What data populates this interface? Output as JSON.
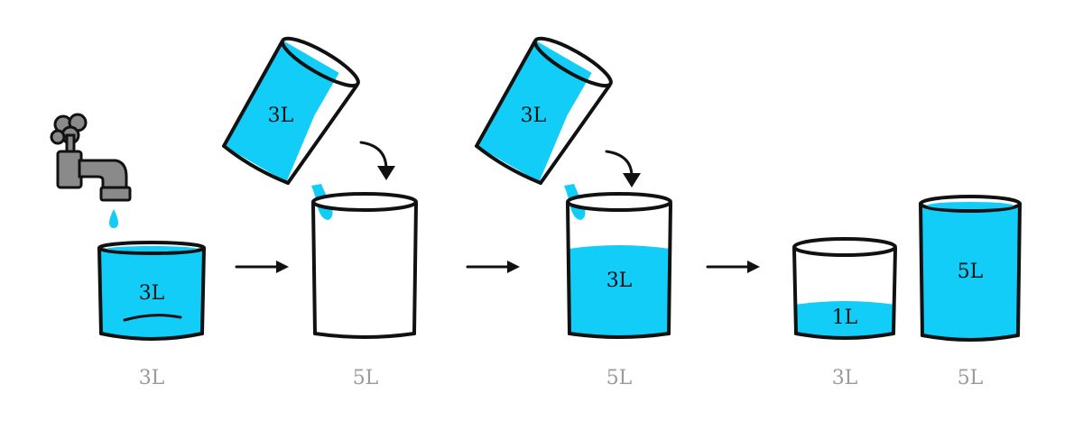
{
  "colors": {
    "water": "#11cdf7",
    "ink": "#111111",
    "caption": "#9a9a9a",
    "faucet": "#8a8a8a"
  },
  "steps": [
    {
      "caption": "3L",
      "content_label": "3L"
    },
    {
      "caption": "5L",
      "pour_label": "3L"
    },
    {
      "caption": "5L",
      "pour_label": "3L",
      "content_label": "3L"
    },
    {
      "caption": "3L",
      "content_label": "1L"
    },
    {
      "caption": "5L",
      "content_label": "5L"
    }
  ],
  "icons": [
    "faucet-icon",
    "water-drop-icon",
    "arrow-right-icon",
    "curved-arrow-down-icon"
  ]
}
